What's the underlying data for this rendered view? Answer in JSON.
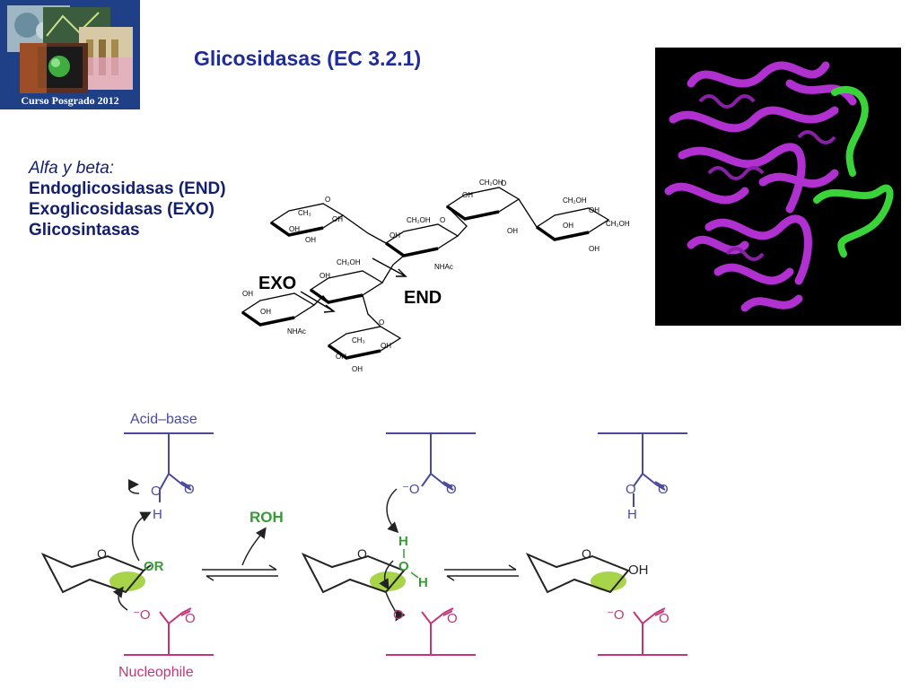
{
  "logo": {
    "caption": "Curso Posgrado 2012"
  },
  "title": "Glicosidasas (EC 3.2.1)",
  "bullets": [
    "Alfa y beta:",
    "Endoglicosidasas (END)",
    "Exoglicosidasas (EXO)",
    "Glicosintasas"
  ],
  "glycan": {
    "exo_label": "EXO",
    "end_label": "END",
    "groups": {
      "oh": "OH",
      "ch2oh": "CH₂OH",
      "ch3": "CH₃",
      "nhac": "NHAc",
      "o": "O"
    }
  },
  "mechanism": {
    "acid_base_label": "Acid–base",
    "nucleophile_label": "Nucleophile",
    "roh_label": "ROH",
    "or_label": "OR",
    "oh_label": "OH",
    "h_label": "H",
    "o_label": "O",
    "o_minus_label": "⁻O",
    "colors": {
      "acid_base": "#4a4a9c",
      "nucleophile": "#c2377a",
      "green": "#3a9a3a",
      "ring_highlight": "#a8d44a"
    }
  }
}
